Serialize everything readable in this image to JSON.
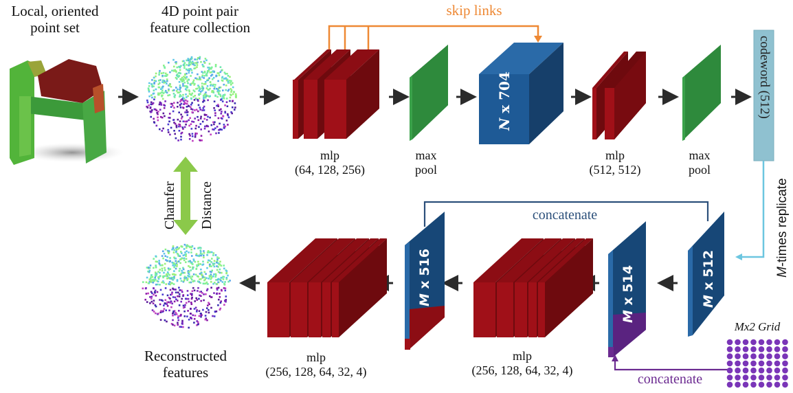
{
  "title_labels": {
    "input": "Local, oriented point set",
    "input_line1": "Local, oriented",
    "input_line2": "point set",
    "ppf": "4D point pair feature collection",
    "ppf_line1": "4D point pair",
    "ppf_line2": "feature collection",
    "reconstructed_line1": "Reconstructed",
    "reconstructed_line2": "features"
  },
  "encoder": {
    "mlp1": {
      "name": "mlp",
      "dims": "(64, 128, 256)"
    },
    "maxpool1": {
      "line1": "max",
      "line2": "pool"
    },
    "feature_block": {
      "label_var": "N",
      "label_rest": " x 704"
    },
    "mlp2": {
      "name": "mlp",
      "dims": "(512, 512)"
    },
    "maxpool2": {
      "line1": "max",
      "line2": "pool"
    },
    "codeword": "codeword (512)",
    "skip_links": "skip links"
  },
  "decoder": {
    "replicate_label_var": "M",
    "replicate_label_rest": "-times replicate",
    "block_512": {
      "var": "M",
      "rest": " x 512"
    },
    "block_514": {
      "var": "M",
      "rest": " x 514"
    },
    "block_516": {
      "var": "M",
      "rest": " x 516"
    },
    "mlp_a": {
      "name": "mlp",
      "dims": "(256, 128, 64, 32, 4)"
    },
    "mlp_b": {
      "name": "mlp",
      "dims": "(256, 128, 64, 32, 4)"
    },
    "concat_top": "concatenate",
    "concat_bottom": "concatenate",
    "grid_label": "Mx2 Grid",
    "grid": {
      "cols": 8,
      "rows": 7
    }
  },
  "loss": {
    "word1": "Chamfer",
    "word2": "Distance"
  },
  "colors": {
    "red_front": "#a01018",
    "red_side": "#6e0a0e",
    "red_top": "#8c0d14",
    "green_front": "#2e8a3c",
    "green_side": "#1f6a2c",
    "blue_front": "#1e5a96",
    "blue_side": "#163f6a",
    "blue_dark": "#174777",
    "codeword": "#8fc1d0",
    "skip_orange": "#ee8833",
    "replicate_cyan": "#6cc6e0",
    "concat_navy": "#2b4f7a",
    "purple": "#6b2a90",
    "grid_purple": "#7a35b8",
    "chamfer_green": "#8bc94a",
    "arrow": "#2b2b2b"
  }
}
